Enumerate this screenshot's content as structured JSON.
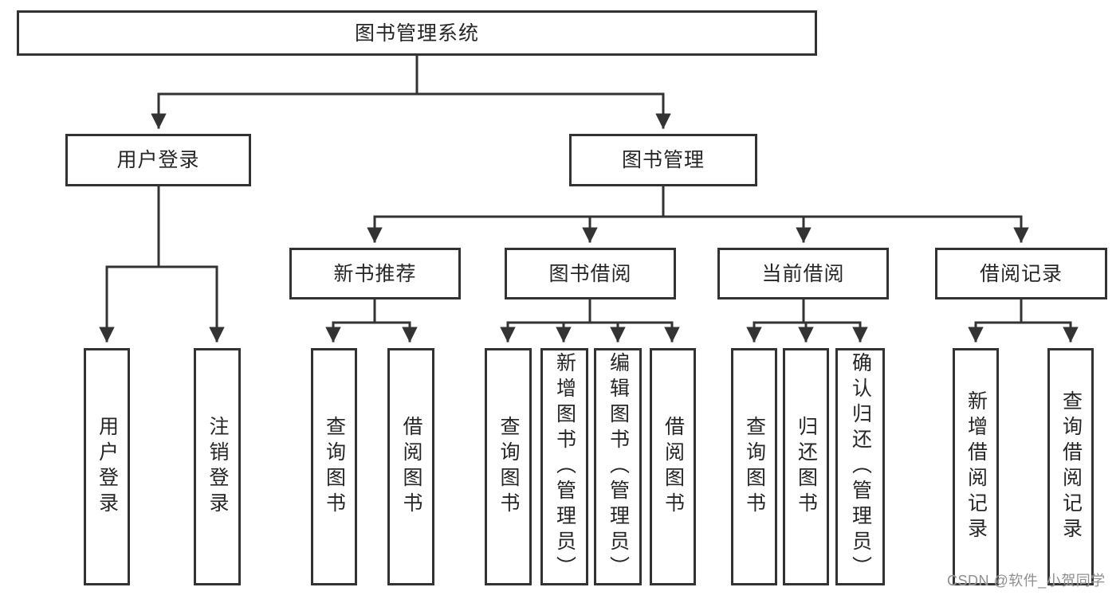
{
  "diagram": {
    "root": {
      "label": "图书管理系统",
      "children": [
        {
          "label": "用户登录",
          "children": [
            {
              "label": "用户登录"
            },
            {
              "label": "注销登录"
            }
          ]
        },
        {
          "label": "图书管理",
          "children": [
            {
              "label": "新书推荐",
              "children": [
                {
                  "label": "查询图书"
                },
                {
                  "label": "借阅图书"
                }
              ]
            },
            {
              "label": "图书借阅",
              "children": [
                {
                  "label": "查询图书"
                },
                {
                  "label": "新增图书（管理员）"
                },
                {
                  "label": "编辑图书（管理员）"
                },
                {
                  "label": "借阅图书"
                }
              ]
            },
            {
              "label": "当前借阅",
              "children": [
                {
                  "label": "查询图书"
                },
                {
                  "label": "归还图书"
                },
                {
                  "label": "确认归还（管理员）"
                }
              ]
            },
            {
              "label": "借阅记录",
              "children": [
                {
                  "label": "新增借阅记录"
                },
                {
                  "label": "查询借阅记录"
                }
              ]
            }
          ]
        }
      ]
    }
  },
  "watermark": {
    "text": "CSDN @软件_小贺同学"
  },
  "colors": {
    "line": "#333333",
    "box_border": "#333333",
    "text": "#262626",
    "watermark": "#8f8f8f",
    "background": "#ffffff"
  }
}
